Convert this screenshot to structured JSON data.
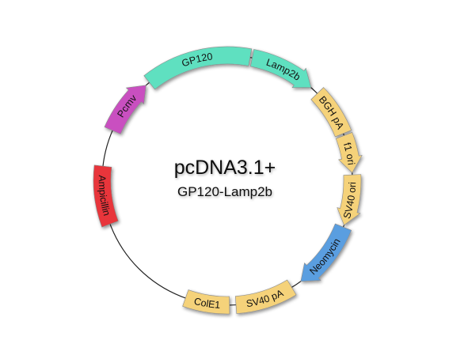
{
  "plasmid": {
    "name": "pcDNA3.1+",
    "insert": "GP120-Lamp2b"
  },
  "colors": {
    "promoter": "#c94fc0",
    "cds_gp120": "#5ee0c0",
    "cds_lamp2b": "#5ee0c0",
    "polyA_origin": "#f5d27a",
    "neomycin": "#5a9ee0",
    "ampicillin": "#e8353a",
    "backbone": "#222222"
  },
  "features": [
    {
      "label": "Pcmv",
      "start": 293.5,
      "end": 319.5,
      "arrow": true,
      "color": "#c94fc0"
    },
    {
      "label": "GP120",
      "start": 321.5,
      "end": 10.5,
      "arrow": false,
      "color": "#5ee0c0"
    },
    {
      "label": "Lamp2b",
      "start": 11.5,
      "end": 42.0,
      "arrow": true,
      "color": "#5ee0c0"
    },
    {
      "label": "BGH pA",
      "start": 46.0,
      "end": 68.0,
      "arrow": false,
      "color": "#f5d27a"
    },
    {
      "label": "f1 ori",
      "start": 69.0,
      "end": 86.5,
      "arrow": true,
      "color": "#f5d27a"
    },
    {
      "label": "SV40 ori",
      "start": 87.5,
      "end": 111.0,
      "arrow": true,
      "color": "#f5d27a"
    },
    {
      "label": "Neomycin",
      "start": 112.0,
      "end": 144.0,
      "arrow": true,
      "color": "#5a9ee0"
    },
    {
      "label": "SV40 pA",
      "start": 149.0,
      "end": 176.0,
      "arrow": false,
      "color": "#f5d27a"
    },
    {
      "label": "ColE1",
      "start": 179.0,
      "end": 199.5,
      "arrow": false,
      "color": "#f5d27a"
    },
    {
      "label": "Ampicillin",
      "start": 249.5,
      "end": 276.5,
      "arrow": false,
      "color": "#e8353a"
    }
  ]
}
